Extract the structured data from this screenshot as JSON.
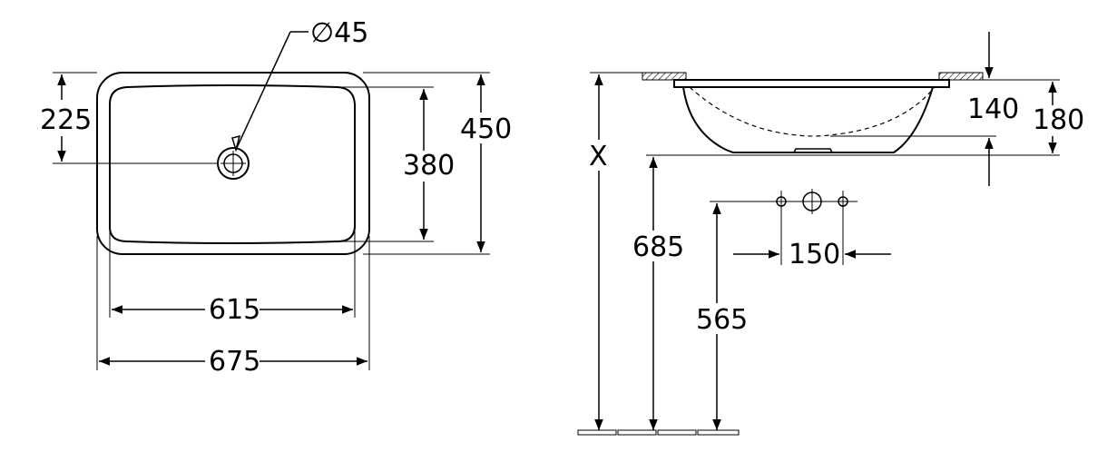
{
  "top_view": {
    "drain_diameter": "∅45",
    "drain_offset": "225",
    "overall_depth": "450",
    "inner_depth": "380",
    "inner_width": "615",
    "overall_width": "675"
  },
  "side_view": {
    "mounting_height": "X",
    "bowl_height": "140",
    "total_height": "180",
    "bowl_bottom_height": "685",
    "tap_spacing": "150",
    "tap_height": "565"
  }
}
